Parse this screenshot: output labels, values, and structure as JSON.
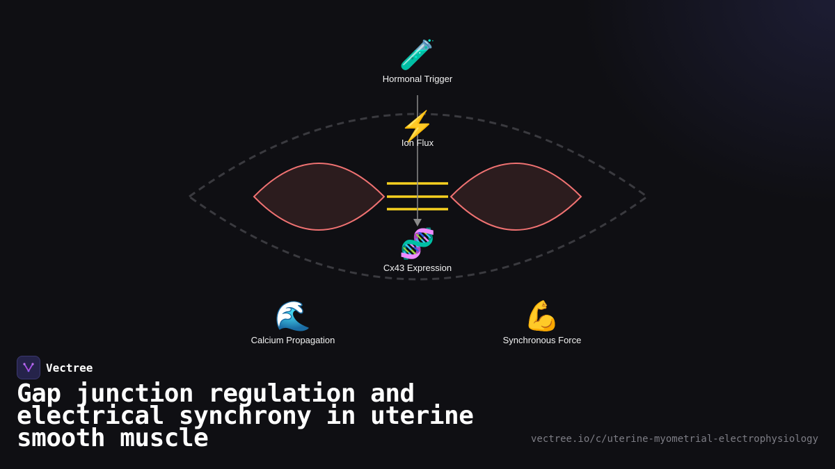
{
  "diagram": {
    "nodes": [
      {
        "id": "hormonal",
        "emoji": "🧪",
        "icon": "test-tube-icon",
        "label": "Hormonal Trigger"
      },
      {
        "id": "ion",
        "emoji": "⚡",
        "icon": "lightning-icon",
        "label": "Ion Flux"
      },
      {
        "id": "cx43",
        "emoji": "🧬",
        "icon": "dna-icon",
        "label": "Cx43 Expression"
      },
      {
        "id": "calcium",
        "emoji": "🌊",
        "icon": "wave-icon",
        "label": "Calcium Propagation"
      },
      {
        "id": "force",
        "emoji": "💪",
        "icon": "flexed-biceps-icon",
        "label": "Synchronous Force"
      }
    ],
    "colors": {
      "cell_stroke": "#f07272",
      "cell_fill": "#2c1c1e",
      "junction": "#f5d020",
      "arrow": "#8a8a8a",
      "outline": "#3a3a3f"
    }
  },
  "brand": {
    "name": "Vectree",
    "logo_color": "#b04ce0"
  },
  "title": "Gap junction regulation and electrical synchrony in uterine smooth muscle",
  "url": "vectree.io/c/uterine-myometrial-electrophysiology"
}
